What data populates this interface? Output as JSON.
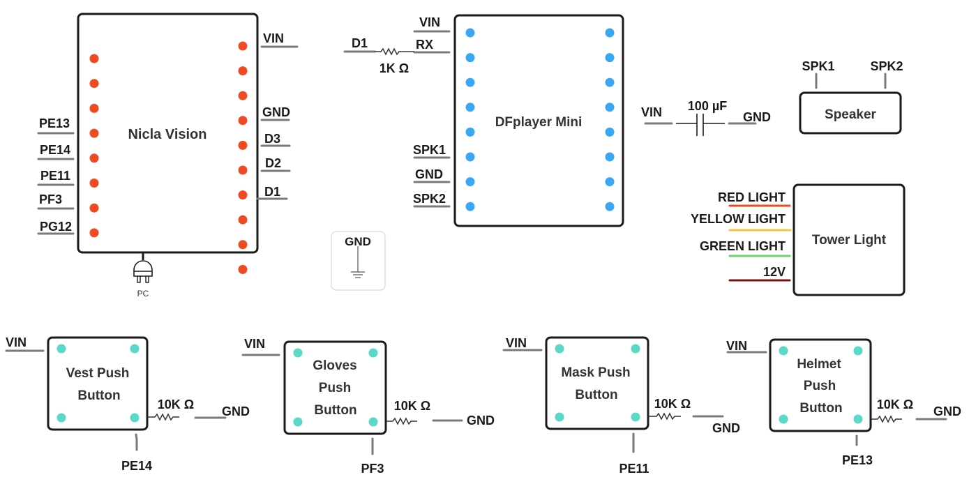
{
  "colors": {
    "nicla_pin": "#f04a23",
    "dfplayer_pin": "#3aa7f5",
    "button_pin": "#5ad8c8",
    "wire": "#7a7a7a",
    "red_light": "#f04a23",
    "yellow_light": "#f6c343",
    "green_light": "#6cd36a",
    "v12": "#7a1010"
  },
  "nicla": {
    "title": "Nicla Vision",
    "left_pins": [
      "PE13",
      "PE14",
      "PE11",
      "PF3",
      "PG12"
    ],
    "right_pins": [
      "VIN",
      "GND",
      "D3",
      "D2",
      "D1"
    ],
    "power_label": "PC"
  },
  "dfplayer": {
    "title": "DFplayer Mini",
    "pins": [
      "VIN",
      "RX",
      "SPK1",
      "GND",
      "SPK2"
    ],
    "input_label": "D1",
    "resistor_label": "1K Ω"
  },
  "ground_symbol": {
    "label": "GND"
  },
  "capacitor": {
    "left_label": "VIN",
    "value_label": "100 µF",
    "right_label": "GND"
  },
  "speaker": {
    "title": "Speaker",
    "pins": [
      "SPK1",
      "SPK2"
    ]
  },
  "tower_light": {
    "title": "Tower Light",
    "inputs": [
      "RED LIGHT",
      "YELLOW LIGHT",
      "GREEN LIGHT",
      "12V"
    ]
  },
  "buttons": [
    {
      "title_lines": [
        "Vest Push",
        "Button"
      ],
      "vin": "VIN",
      "resistor": "10K Ω",
      "gnd": "GND",
      "pin": "PE14"
    },
    {
      "title_lines": [
        "Gloves",
        "Push",
        "Button"
      ],
      "vin": "VIN",
      "resistor": "10K Ω",
      "gnd": "GND",
      "pin": "PF3"
    },
    {
      "title_lines": [
        "Mask Push",
        "Button"
      ],
      "vin": "VIN",
      "resistor": "10K Ω",
      "gnd": "GND",
      "pin": "PE11"
    },
    {
      "title_lines": [
        "Helmet",
        "Push",
        "Button"
      ],
      "vin": "VIN",
      "resistor": "10K Ω",
      "gnd": "GND",
      "pin": "PE13"
    }
  ]
}
